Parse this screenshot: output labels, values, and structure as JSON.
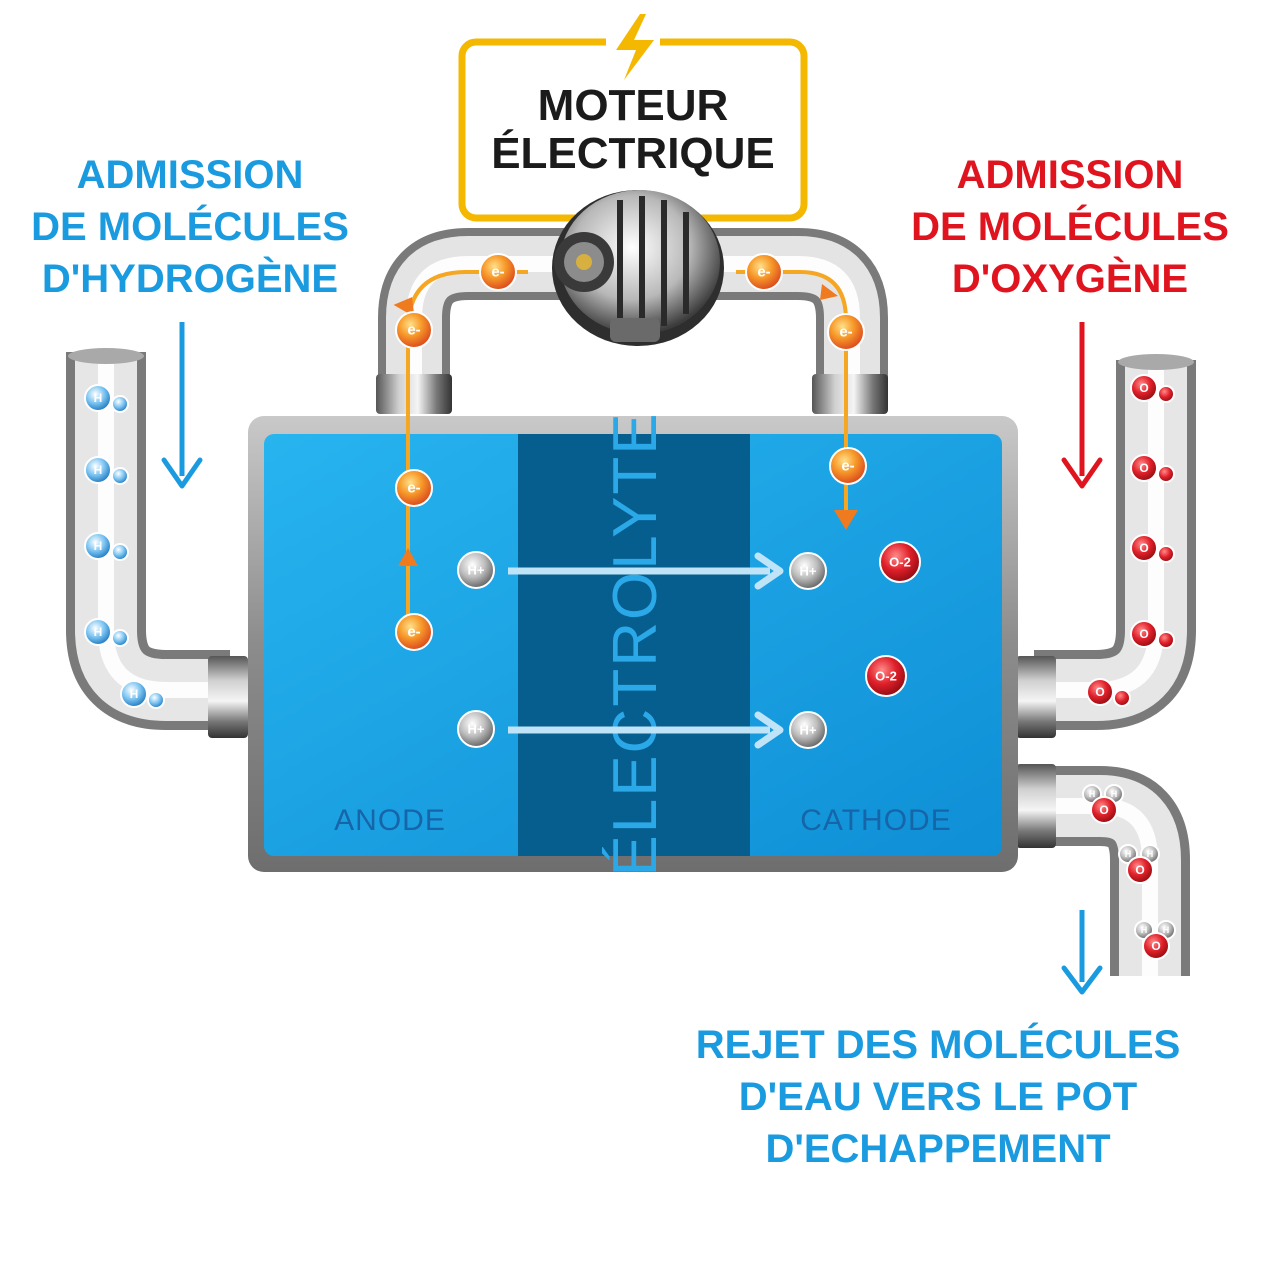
{
  "motor": {
    "line1": "MOTEUR",
    "line2": "ÉLECTRIQUE"
  },
  "hydrogen_intake": {
    "line1": "ADMISSION",
    "line2": "DE MOLÉCULES",
    "line3": "D'HYDROGÈNE"
  },
  "oxygen_intake": {
    "line1": "ADMISSION",
    "line2": "DE MOLÉCULES",
    "line3": "D'OXYGÈNE"
  },
  "water_exhaust": {
    "line1": "REJET DES MOLÉCULES",
    "line2": "D'EAU VERS LE POT",
    "line3": "D'ECHAPPEMENT"
  },
  "cell": {
    "anode": "ANODE",
    "electrolyte": "ÉLECTROLYTE",
    "cathode": "CATHODE"
  },
  "particles": {
    "electron": "e-",
    "proton": "H+",
    "oxide": "O-2",
    "hydrogen_atom": "H",
    "oxygen_atom": "O"
  },
  "colors": {
    "blue_label": "#1a9be0",
    "red_label": "#e0141e",
    "motor_frame": "#f5b800",
    "electron_path": "#f5a623",
    "cell_light": "#1aa5e6",
    "cell_dark": "#065e8e"
  },
  "icons": {
    "motor": "alternator-icon",
    "bolt": "lightning-bolt-icon"
  }
}
